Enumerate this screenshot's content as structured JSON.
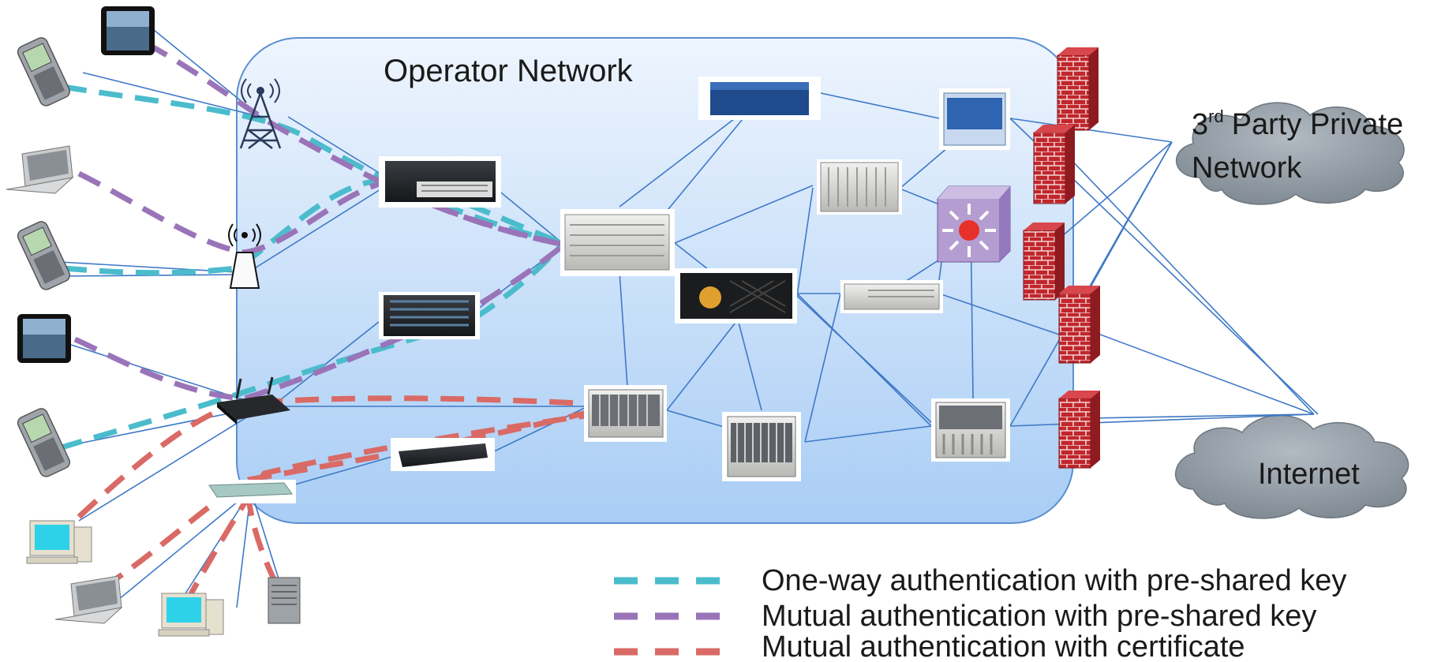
{
  "operator_network": {
    "title": "Operator Network"
  },
  "clouds": {
    "third_party": {
      "sup_prefix": "3",
      "sup": "rd",
      "line1_rest": "Party Private",
      "line2": "Network"
    },
    "internet": {
      "label": "Internet"
    }
  },
  "legend": [
    {
      "label": "One-way authentication with pre-shared key",
      "color": "#4bbccc"
    },
    {
      "label": "Mutual authentication with pre-shared key",
      "color": "#9a74b8"
    },
    {
      "label": "Mutual authentication with certificate",
      "color": "#d96a66"
    }
  ],
  "colors": {
    "network_fill_top": "#eef5fe",
    "network_fill_bottom": "#a9cdf5",
    "network_border": "#5b8fd0",
    "link": "#3f79c6",
    "cloud": "#8e97a1",
    "firewall": "#c0262c"
  },
  "icons": {
    "devices": [
      "phone-icon",
      "tablet-icon",
      "laptop-icon",
      "desktop-computer-icon",
      "server-tower-icon"
    ],
    "access": [
      "cell-tower-icon",
      "wifi-access-point-icon",
      "wireless-router-icon",
      "network-switch-icon"
    ],
    "core": [
      "rack-router-icon",
      "firewall-icon",
      "core-switch-icon",
      "cloud-icon"
    ]
  }
}
